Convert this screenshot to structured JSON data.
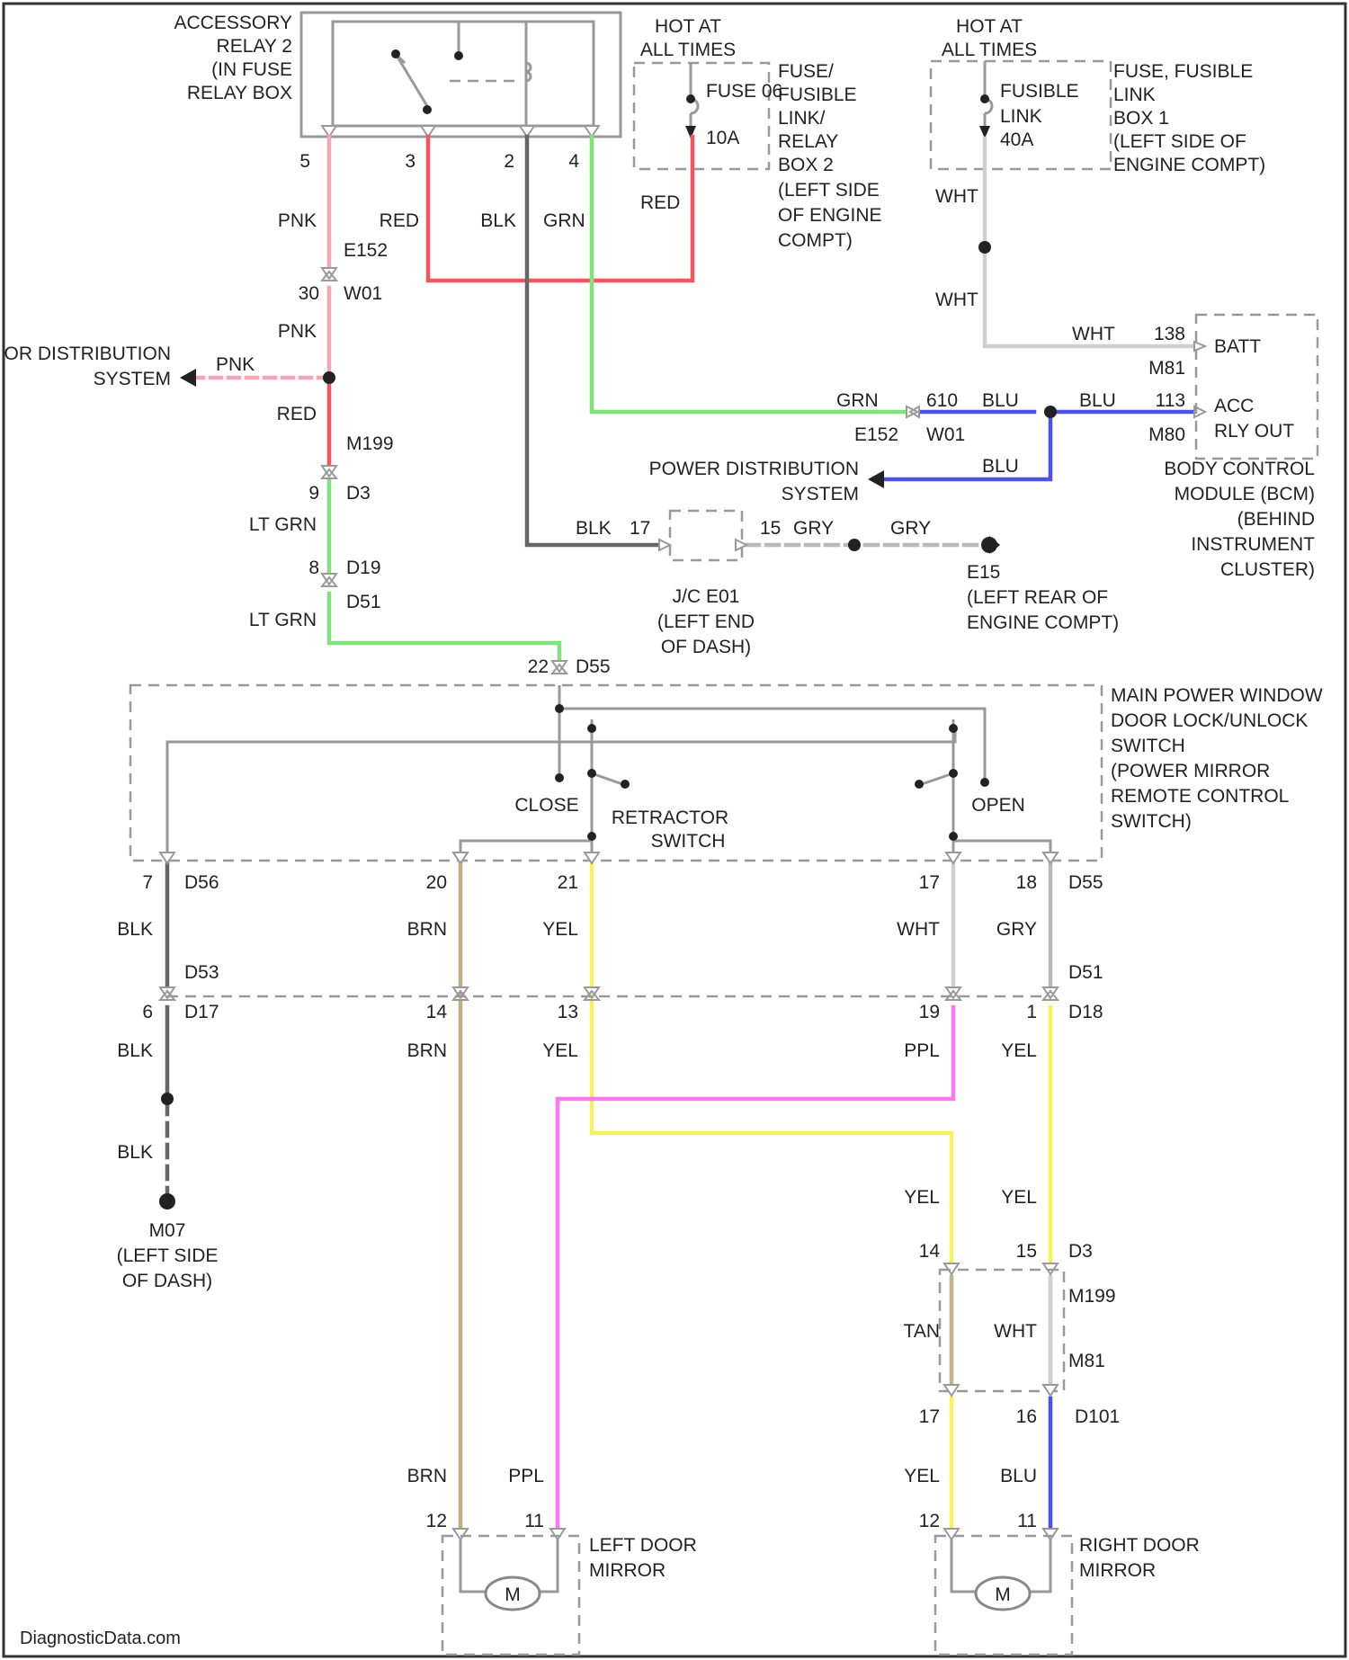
{
  "colors": {
    "pink": "#f4a6b6",
    "red": "#f2555d",
    "green": "#7fe27a",
    "blk": "#666666",
    "blu": "#4b52e6",
    "yel": "#f7f15a",
    "ppl": "#ff78f0",
    "brn": "#bfb084",
    "tan": "#bdb48b",
    "wht": "#cfcfcf",
    "gry": "#b8b8b8"
  },
  "relay": {
    "lines": [
      "ACCESSORY",
      "RELAY 2",
      "(IN FUSE",
      "RELAY BOX"
    ],
    "pins": [
      "5",
      "3",
      "2",
      "4"
    ]
  },
  "fuse_box_2": {
    "hot": [
      "HOT AT",
      "ALL TIMES"
    ],
    "fuse_name": "FUSE 06",
    "fuse_rating": "10A",
    "location": [
      "FUSE/",
      "FUSIBLE",
      "LINK/",
      "RELAY",
      "BOX 2",
      "(LEFT SIDE",
      "OF ENGINE",
      "COMPT)"
    ]
  },
  "fuse_box_1": {
    "hot": [
      "HOT AT",
      "ALL TIMES"
    ],
    "link_name": [
      "FUSIBLE",
      "LINK"
    ],
    "link_rating": "40A",
    "location": [
      "FUSE, FUSIBLE",
      "LINK",
      "BOX 1",
      "(LEFT SIDE OF",
      "ENGINE COMPT)"
    ]
  },
  "upper_left": {
    "pnk": "PNK",
    "red": "RED",
    "blk": "BLK",
    "grn": "GRN",
    "red2": "RED",
    "conn_e152": "E152",
    "pin_30": "30",
    "conn_w01": "W01",
    "pnk2": "PNK",
    "dist": [
      "OR DISTRIBUTION",
      "SYSTEM"
    ],
    "pnk3": "PNK",
    "red3": "RED",
    "conn_m199": "M199",
    "pin_9": "9",
    "conn_d3": "D3",
    "ltgrn": "LT GRN",
    "pin_8": "8",
    "conn_d19": "D19",
    "conn_d51": "D51",
    "ltgrn2": "LT GRN"
  },
  "bcm": {
    "wht_top": "WHT",
    "wht_mid": "WHT",
    "wht_right": "WHT",
    "pin_138": "138",
    "conn_m81": "M81",
    "batt": "BATT",
    "grn": "GRN",
    "pin_610": "610",
    "blu1": "BLU",
    "blu2": "BLU",
    "pin_113": "113",
    "acc": "ACC",
    "rly_out": "RLY OUT",
    "conn_m80": "M80",
    "conn_e152": "E152",
    "conn_w01": "W01",
    "power_dist": [
      "POWER DISTRIBUTION",
      "SYSTEM"
    ],
    "blu3": "BLU",
    "label": [
      "BODY CONTROL",
      "MODULE (BCM)",
      "(BEHIND",
      "INSTRUMENT",
      "CLUSTER)"
    ]
  },
  "jc": {
    "blk": "BLK",
    "pin_17": "17",
    "pin_15": "15",
    "gry": "GRY",
    "gry2": "GRY",
    "label": [
      "J/C E01",
      "(LEFT END",
      "OF DASH)"
    ],
    "ground": [
      "E15",
      "(LEFT REAR OF",
      "ENGINE COMPT)"
    ]
  },
  "switch": {
    "pin_22": "22",
    "conn_d55": "D55",
    "label": [
      "MAIN POWER WINDOW",
      "DOOR LOCK/UNLOCK",
      "SWITCH",
      "(POWER MIRROR",
      "REMOTE CONTROL",
      "SWITCH)"
    ],
    "close": "CLOSE",
    "open": "OPEN",
    "retractor": [
      "RETRACTOR",
      "SWITCH"
    ]
  },
  "lower": {
    "pin_7": "7",
    "conn_d56": "D56",
    "pin_20": "20",
    "pin_21": "21",
    "pin_17": "17",
    "pin_18": "18",
    "conn_d55": "D55",
    "blk": "BLK",
    "brn": "BRN",
    "yel": "YEL",
    "wht": "WHT",
    "gry": "GRY",
    "conn_d53": "D53",
    "conn_d51": "D51",
    "pin_6": "6",
    "conn_d17": "D17",
    "pin_14": "14",
    "pin_13": "13",
    "pin_19": "19",
    "pin_1": "1",
    "conn_d18": "D18",
    "blk2": "BLK",
    "brn2": "BRN",
    "yel2": "YEL",
    "ppl": "PPL",
    "yel3": "YEL",
    "blk3": "BLK",
    "ground": [
      "M07",
      "(LEFT SIDE",
      "OF DASH)"
    ],
    "yel4": "YEL",
    "yel5": "YEL",
    "pin_14b": "14",
    "pin_15": "15",
    "conn_d3": "D3",
    "conn_m199": "M199",
    "tan": "TAN",
    "wht2": "WHT",
    "conn_m81": "M81",
    "pin_17b": "17",
    "pin_16": "16",
    "conn_d101": "D101",
    "brn3": "BRN",
    "ppl2": "PPL",
    "yel6": "YEL",
    "blu": "BLU",
    "pin_12": "12",
    "pin_11": "11",
    "pin_12b": "12",
    "pin_11b": "11",
    "left_mirror": [
      "LEFT DOOR",
      "MIRROR"
    ],
    "right_mirror": [
      "RIGHT DOOR",
      "MIRROR"
    ],
    "motor": "M",
    "watermark": "DiagnosticData.com"
  }
}
